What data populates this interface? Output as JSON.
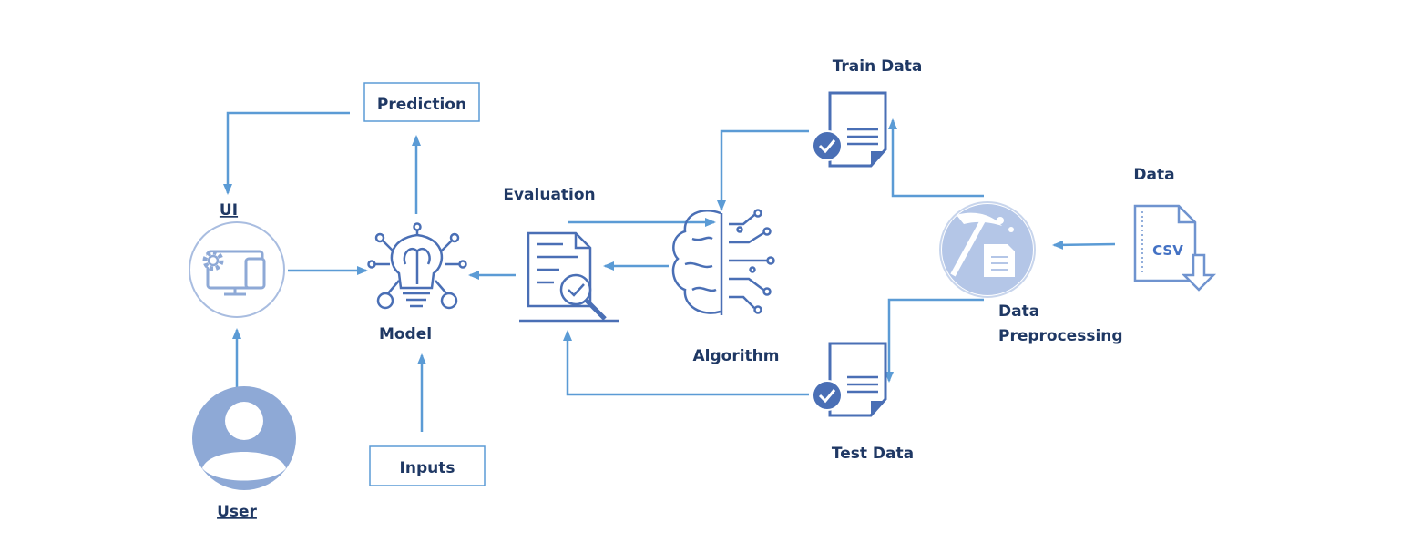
{
  "labels": {
    "prediction": "Prediction",
    "ui": "UI",
    "model": "Model",
    "user": "User",
    "inputs": "Inputs",
    "evaluation": "Evaluation",
    "algorithm": "Algorithm",
    "train_data": "Train Data",
    "test_data": "Test Data",
    "data": "Data",
    "data_preprocessing_line1": "Data",
    "data_preprocessing_line2": "Preprocessing",
    "csv": "CSV"
  },
  "colors": {
    "arrow": "#5b9bd5",
    "icon": "#4a6fb5",
    "icon_light": "#8ea9d6",
    "text": "#1f3864"
  }
}
